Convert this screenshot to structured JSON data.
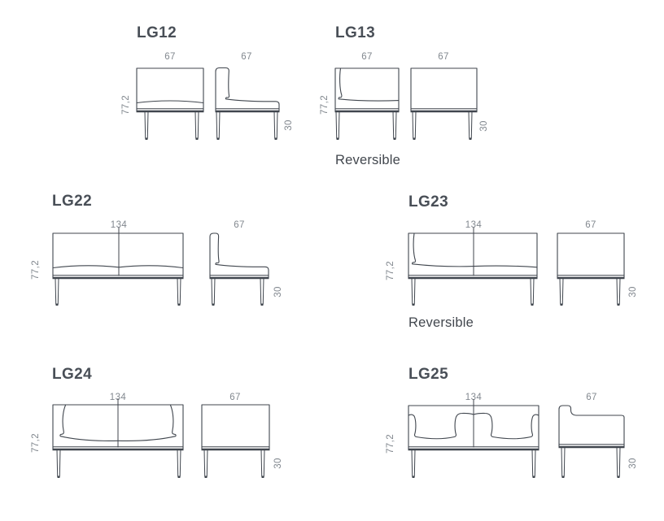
{
  "colors": {
    "line": "#40464e",
    "dimension_text": "#82888f",
    "title_text": "#494f57",
    "note_text": "#42474e",
    "background": "#ffffff"
  },
  "models": [
    {
      "code": "LG12",
      "front_width": "67",
      "side_width": "67",
      "height": "77,2",
      "seat_height": "30"
    },
    {
      "code": "LG13",
      "front_width": "67",
      "side_width": "67",
      "height": "77,2",
      "seat_height": "30",
      "note": "Reversible"
    },
    {
      "code": "LG22",
      "front_width": "134",
      "side_width": "67",
      "height": "77,2",
      "seat_height": "30"
    },
    {
      "code": "LG23",
      "front_width": "134",
      "side_width": "67",
      "height": "77,2",
      "seat_height": "30",
      "note": "Reversible"
    },
    {
      "code": "LG24",
      "front_width": "134",
      "side_width": "67",
      "height": "77,2",
      "seat_height": "30"
    },
    {
      "code": "LG25",
      "front_width": "134",
      "side_width": "67",
      "height": "77,2",
      "seat_height": "30"
    }
  ]
}
